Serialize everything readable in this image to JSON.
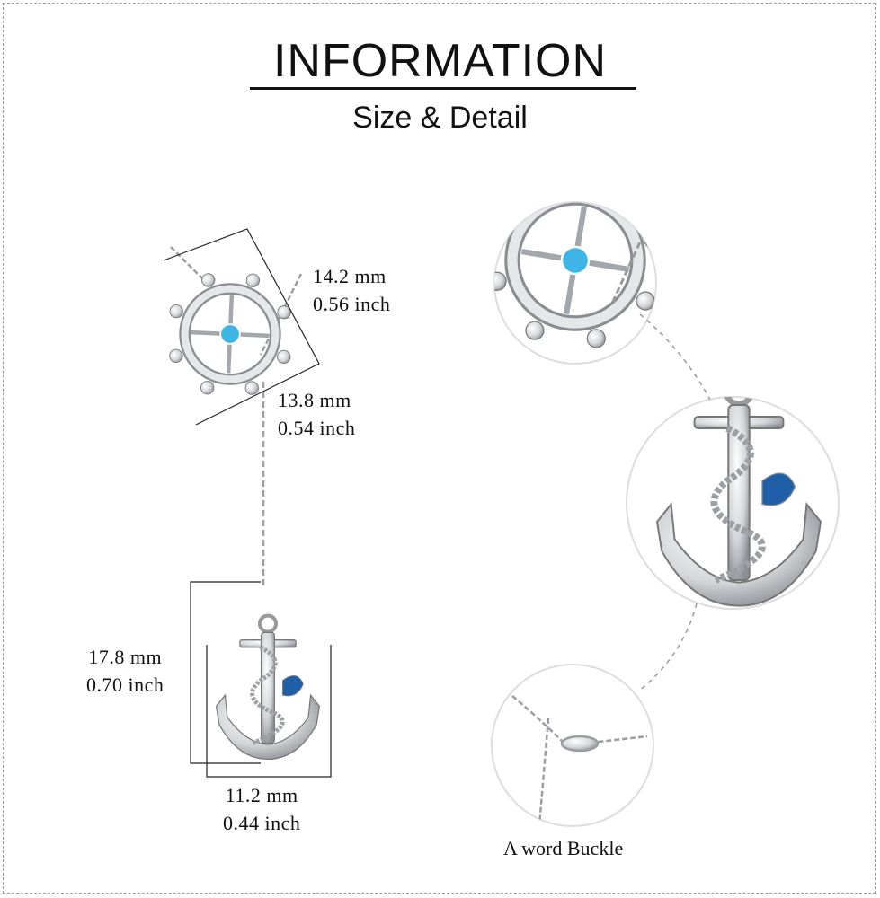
{
  "header": {
    "title": "INFORMATION",
    "subtitle": "Size & Detail"
  },
  "dimensions": {
    "wheel_width": {
      "mm": "14.2 mm",
      "inch": "0.56 inch"
    },
    "wheel_height": {
      "mm": "13.8 mm",
      "inch": "0.54 inch"
    },
    "anchor_height": {
      "mm": "17.8 mm",
      "inch": "0.70 inch"
    },
    "anchor_width": {
      "mm": "11.2 mm",
      "inch": "0.44 inch"
    }
  },
  "details": {
    "buckle_caption": "A word Buckle"
  },
  "colors": {
    "gem": "#3fb4e6",
    "dolphin_gem": "#1f5fa8",
    "silver": "#c9cbce"
  }
}
